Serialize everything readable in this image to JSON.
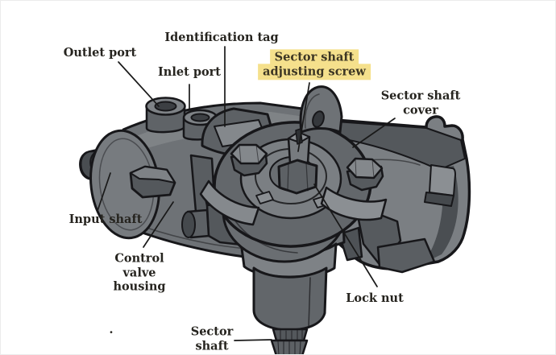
{
  "diagram": {
    "labels": {
      "outlet_port": "Outlet port",
      "identification_tag": "Identification tag",
      "inlet_port": "Inlet port",
      "sector_shaft_adjusting_screw": "Sector shaft\nadjusting screw",
      "sector_shaft_cover": "Sector shaft\ncover",
      "input_shaft": "Input shaft",
      "control_valve_housing": "Control\nvalve\nhousing",
      "lock_nut": "Lock nut",
      "sector_shaft": "Sector\nshaft",
      "stray_mark": "."
    },
    "highlighted_label": "sector_shaft_adjusting_screw",
    "colors": {
      "background": "#ffffff",
      "outline": "#17171a",
      "body_mid": "#6e7276",
      "body_light": "#84888c",
      "body_dark": "#54585c",
      "body_darker": "#45494d",
      "cover_ring": "#7b7f83",
      "label_text": "#26241f",
      "highlight_bg": "#f5e08c",
      "highlight_text": "#3d3624"
    }
  }
}
